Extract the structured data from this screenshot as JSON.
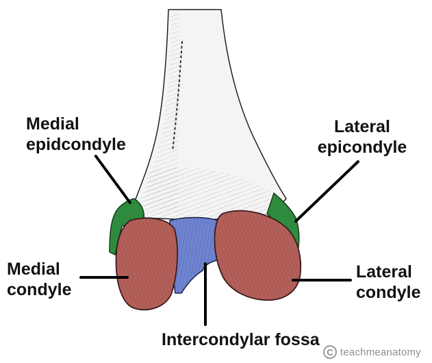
{
  "labels": {
    "medial_epicondyle": [
      "Medial",
      "epidcondyle"
    ],
    "lateral_epicondyle": [
      "Lateral",
      "epicondyle"
    ],
    "medial_condyle": [
      "Medial",
      "condyle"
    ],
    "lateral_condyle": [
      "Lateral",
      "condyle"
    ],
    "intercondylar_fossa": "Intercondylar fossa"
  },
  "watermark": {
    "icon": "copyright-icon",
    "text": "teachmeanatomy"
  },
  "colors": {
    "epicondyle": "#2e8b3e",
    "condyle": "#b5605a",
    "fossa": "#6f84d0",
    "bone": "#f4f4f4",
    "outline": "#222222"
  }
}
